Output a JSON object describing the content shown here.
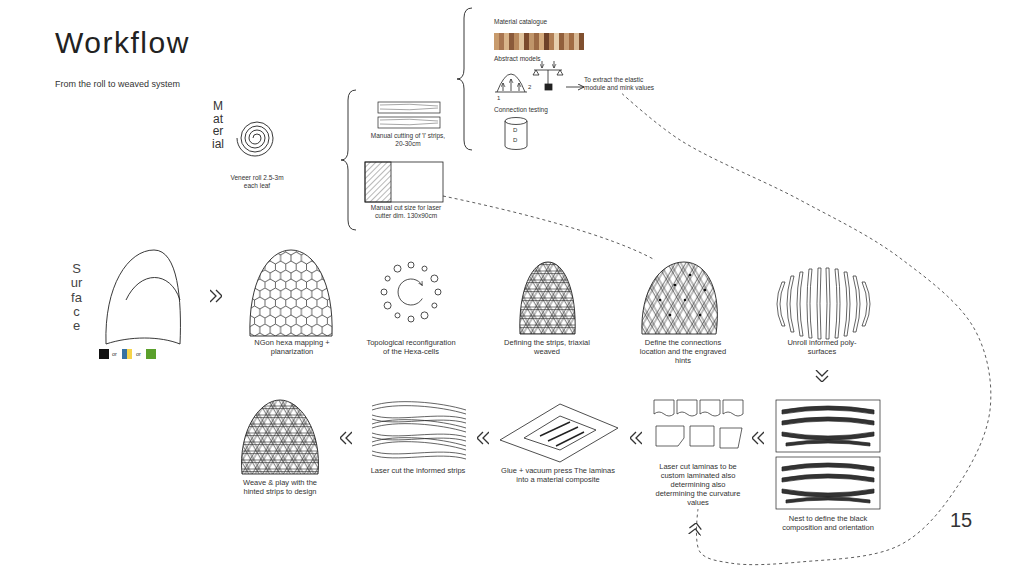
{
  "diagram": {
    "title": "Workflow",
    "nodes": [
      {
        "text": [
          "Veneer roll 2.5-3m each leaf"
        ]
      },
      {
        "text": [
          "Manual cutting of 'l' strips, 20-30cm"
        ]
      },
      {
        "text": [
          "Manual cut size for laser cutter dim. 130x90cm"
        ]
      },
      {
        "text": [
          "Material catalogue"
        ]
      },
      {
        "text": [
          "Abstract models"
        ]
      },
      {
        "text": [
          "To extract the elastic module and mink values"
        ]
      },
      {
        "text": [
          "Connection testing"
        ]
      },
      {
        "text": [
          "Surface"
        ]
      },
      {
        "text": [
          "NGon hexa mapping + planarization"
        ]
      },
      {
        "text": [
          "Topological reconfiguration of the Hexa-cells"
        ]
      },
      {
        "text": [
          "Defining the strips, triaxial weaved"
        ]
      },
      {
        "text": [
          "Define the connections location and the engraved hints"
        ]
      },
      {
        "text": [
          "Unroll informed poly-surfaces"
        ]
      },
      {
        "text": [
          "Nest to define the black composition and orientation"
        ]
      },
      {
        "text": [
          "Laser cut laminas to be custom laminated also determining also determining the curvature values"
        ]
      },
      {
        "text": [
          "Glue + vacuum press The laminas into a material composite"
        ]
      },
      {
        "text": [
          "Laser cut the informed strips"
        ]
      },
      {
        "text": [
          "Weave & play with the hinted strips to design"
        ]
      }
    ],
    "edges": [
      {
        "from": 4,
        "to": 5,
        "arrow": "to"
      },
      {
        "from": 7,
        "to": 8,
        "arrow": "to"
      },
      {
        "from": 12,
        "to": 13,
        "arrow": "to"
      },
      {
        "from": 13,
        "to": 14,
        "arrow": "to"
      },
      {
        "from": 14,
        "to": 15,
        "arrow": "to"
      },
      {
        "from": 15,
        "to": 16,
        "arrow": "to"
      },
      {
        "from": 16,
        "to": 17,
        "arrow": "to"
      },
      {
        "from": 5,
        "to": 14,
        "arrow": "to"
      }
    ],
    "labels": [
      "From the roll to weaved system",
      "Material",
      "1",
      "2",
      "D",
      "D",
      "or",
      "or",
      "15"
    ]
  }
}
